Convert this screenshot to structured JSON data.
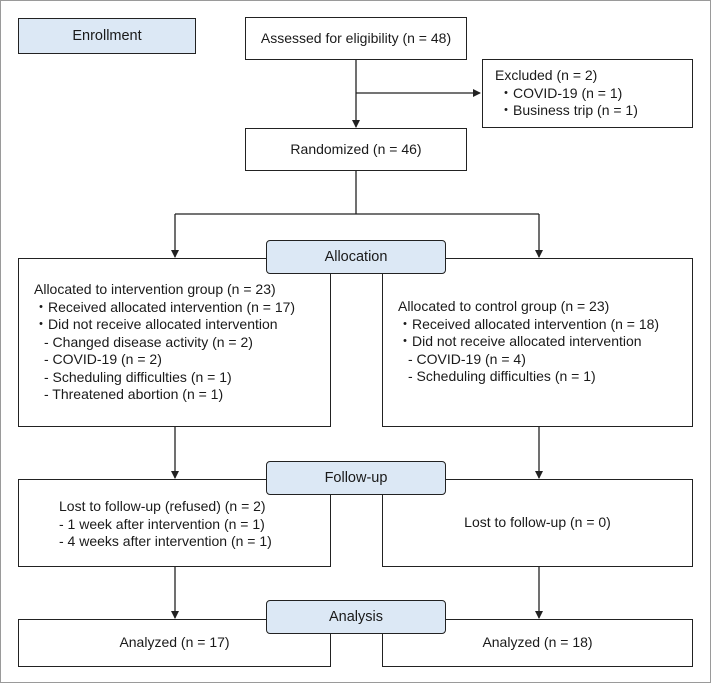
{
  "stage_labels": {
    "enrollment": "Enrollment",
    "allocation": "Allocation",
    "follow_up": "Follow-up",
    "analysis": "Analysis"
  },
  "assessed": "Assessed for eligibility (n = 48)",
  "excluded": {
    "title": "Excluded (n = 2)",
    "items": [
      "・COVID-19 (n = 1)",
      "・Business trip (n = 1)"
    ]
  },
  "randomized": "Randomized (n = 46)",
  "intervention": {
    "title": "Allocated to intervention group (n = 23)",
    "received": "・Received allocated intervention (n = 17)",
    "not_received": "・Did not receive allocated intervention",
    "reasons": [
      "- Changed disease activity (n = 2)",
      "- COVID-19 (n = 2)",
      "- Scheduling difficulties (n = 1)",
      "- Threatened abortion (n = 1)"
    ],
    "follow_up": {
      "title": "Lost to follow-up (refused) (n = 2)",
      "items": [
        "- 1 week after intervention (n = 1)",
        "- 4 weeks after intervention (n = 1)"
      ]
    },
    "analyzed": "Analyzed (n = 17)"
  },
  "control": {
    "title": "Allocated to control group (n = 23)",
    "received": "・Received allocated intervention (n = 18)",
    "not_received": "・Did not receive allocated intervention",
    "reasons": [
      "- COVID-19 (n = 4)",
      "- Scheduling difficulties (n = 1)"
    ],
    "follow_up": "Lost to follow-up (n = 0)",
    "analyzed": "Analyzed (n = 18)"
  },
  "colors": {
    "label_fill": "#dce8f5",
    "border": "#222222"
  }
}
